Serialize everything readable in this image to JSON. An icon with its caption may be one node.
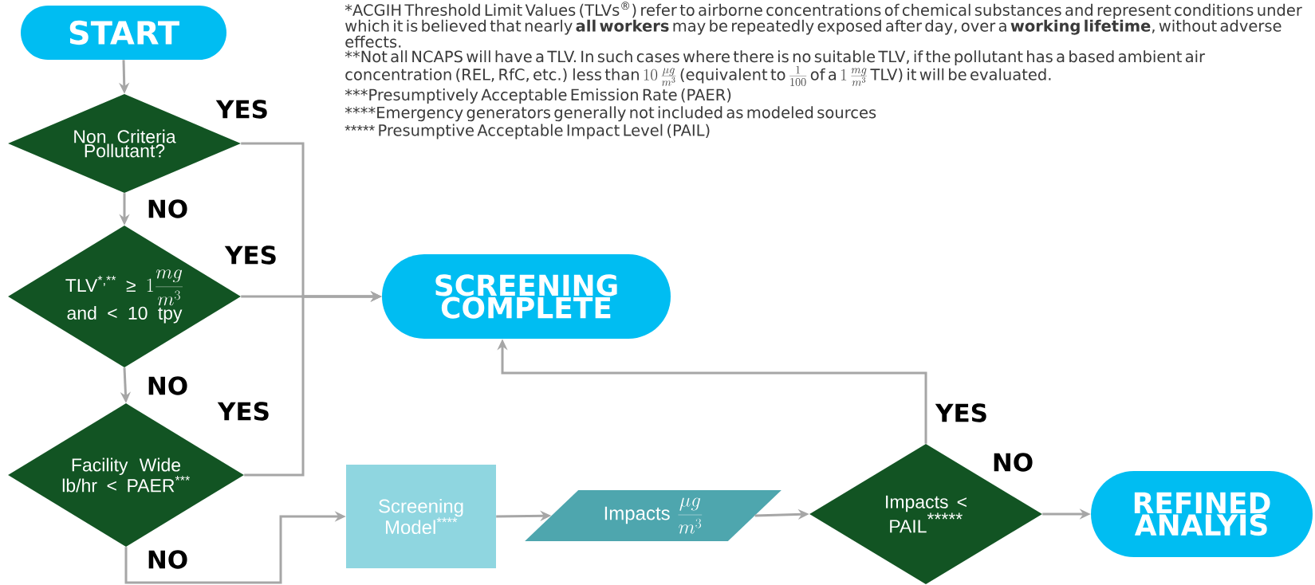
{
  "diagram": {
    "nodes": [
      {
        "text": [
          "START"
        ]
      },
      {
        "text": [
          "Non Criteria Pollutant?"
        ]
      },
      {
        "text": [
          "TLV$^{*,**}$ ≥",
          "1\\frac{mg}{m^3}",
          "and < 10 tpy"
        ]
      },
      {
        "text": [
          "Facility Wide lb/hr < PAER$^{***}$"
        ]
      },
      {
        "text": [
          "SCREENING COMPLETE"
        ]
      },
      {
        "text": [
          "Screening Model$^{****}$"
        ]
      },
      {
        "text": [
          "Impacts",
          "\\frac{\\mu g}{m^3}"
        ]
      },
      {
        "text": [
          "Impacts < PAIL",
          "^{\\textrm{*****}}"
        ]
      },
      {
        "text": [
          "REFINED ANALYIS"
        ]
      }
    ],
    "edges": [
      {
        "from": 0,
        "to": 1,
        "arrow": "to"
      },
      {
        "from": 1,
        "to": 2,
        "arrow": "to",
        "label": "NO"
      },
      {
        "from": 1,
        "to": 4,
        "arrow": "to",
        "label": "YES"
      },
      {
        "from": 2,
        "to": 3,
        "arrow": "to",
        "label": "NO"
      },
      {
        "from": 2,
        "to": 4,
        "arrow": "to",
        "label": "YES"
      },
      {
        "from": 3,
        "to": 4,
        "arrow": "to",
        "label": "YES"
      },
      {
        "from": 3,
        "to": 5,
        "arrow": "to",
        "label": "NO"
      },
      {
        "from": 5,
        "to": 6,
        "arrow": "to"
      },
      {
        "from": 6,
        "to": 7,
        "arrow": "to"
      },
      {
        "from": 7,
        "to": 4,
        "arrow": "to",
        "label": "YES"
      },
      {
        "from": 7,
        "to": 8,
        "arrow": "to",
        "label": "NO"
      }
    ],
    "labels": [
      "*ACGIH Threshold Limit Values (TLVs$^{®}$) refer to airborne concentrations of chemical substances and represent conditions under which it is believed that nearly **all workers** may be repeatedly exposed after day, over a **working lifetime**, without adverse effects.",
      "**Not all NCAPS will have a TLV. In such cases where there is no suitable TLV, if the pollutant has a based ambient air concentration (REL, RfC, etc.) less than",
      "10\\,\\frac{\\mu g}{m^3}",
      "(equivalent to",
      "\\frac{1}{100}",
      "of a",
      "1\\,\\frac{mg}{m^3}",
      "TLV) it will be evaluated.",
      "***Presumptively Acceptable Emission Rate (PAER)",
      "****Emergency generators generally not included as modeled sources",
      "\\textrm{*****}",
      "Presumptive Acceptable Impact Level (PAIL)"
    ]
  }
}
